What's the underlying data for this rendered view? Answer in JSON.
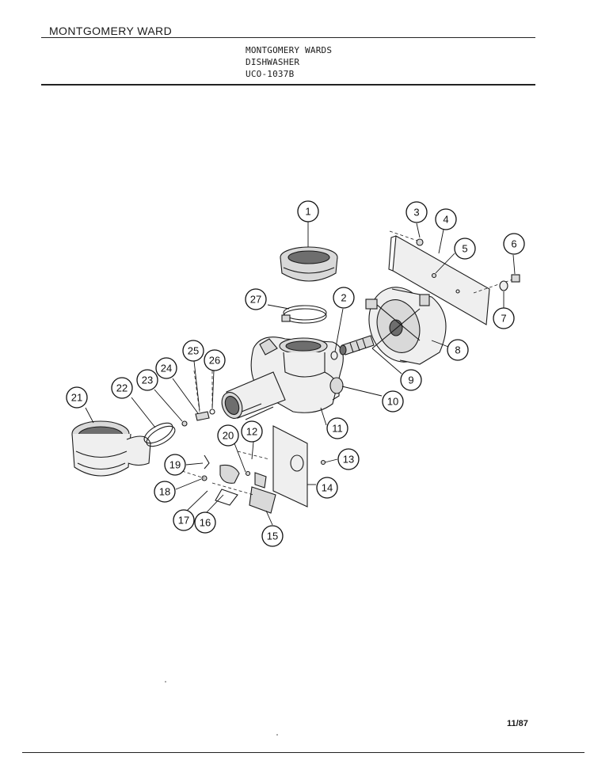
{
  "header": {
    "brand": "MONTGOMERY WARD",
    "title_lines": [
      "MONTGOMERY WARDS",
      "DISHWASHER",
      "UCO-1037B"
    ]
  },
  "footer": {
    "date": "11/87"
  },
  "callouts": [
    "1",
    "2",
    "3",
    "4",
    "5",
    "6",
    "7",
    "8",
    "9",
    "10",
    "11",
    "12",
    "13",
    "14",
    "15",
    "16",
    "17",
    "18",
    "19",
    "20",
    "21",
    "22",
    "23",
    "24",
    "25",
    "26",
    "27"
  ]
}
